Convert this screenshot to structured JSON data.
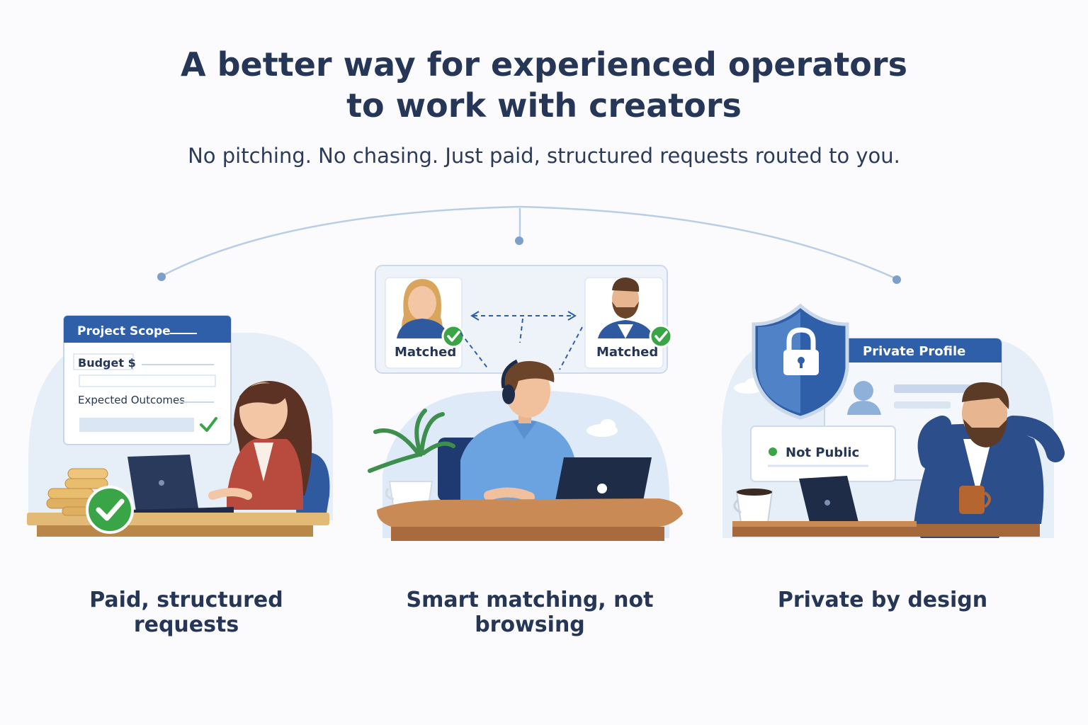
{
  "header": {
    "title_line1": "A better way for experienced operators",
    "title_line2": "to work with creators",
    "subtitle": "No pitching. No chasing. Just paid, structured requests routed to you."
  },
  "panels": [
    {
      "caption": "Paid, structured requests",
      "card_title": "Project Scope",
      "field_budget": "Budget $",
      "field_outcomes": "Expected Outcomes"
    },
    {
      "caption": "Smart matching, not browsing",
      "left_badge": "Matched",
      "right_badge": "Matched"
    },
    {
      "caption": "Private by design",
      "profile_title": "Private Profile",
      "status_label": "Not Public"
    }
  ],
  "colors": {
    "navy": "#253657",
    "accent_blue": "#2e5fa8",
    "check_green": "#3aa547",
    "light_blue": "#dbe8f7"
  },
  "icons": [
    "check-icon",
    "lock-icon",
    "shield-icon",
    "user-icon",
    "cloud-icon",
    "coins-icon"
  ]
}
